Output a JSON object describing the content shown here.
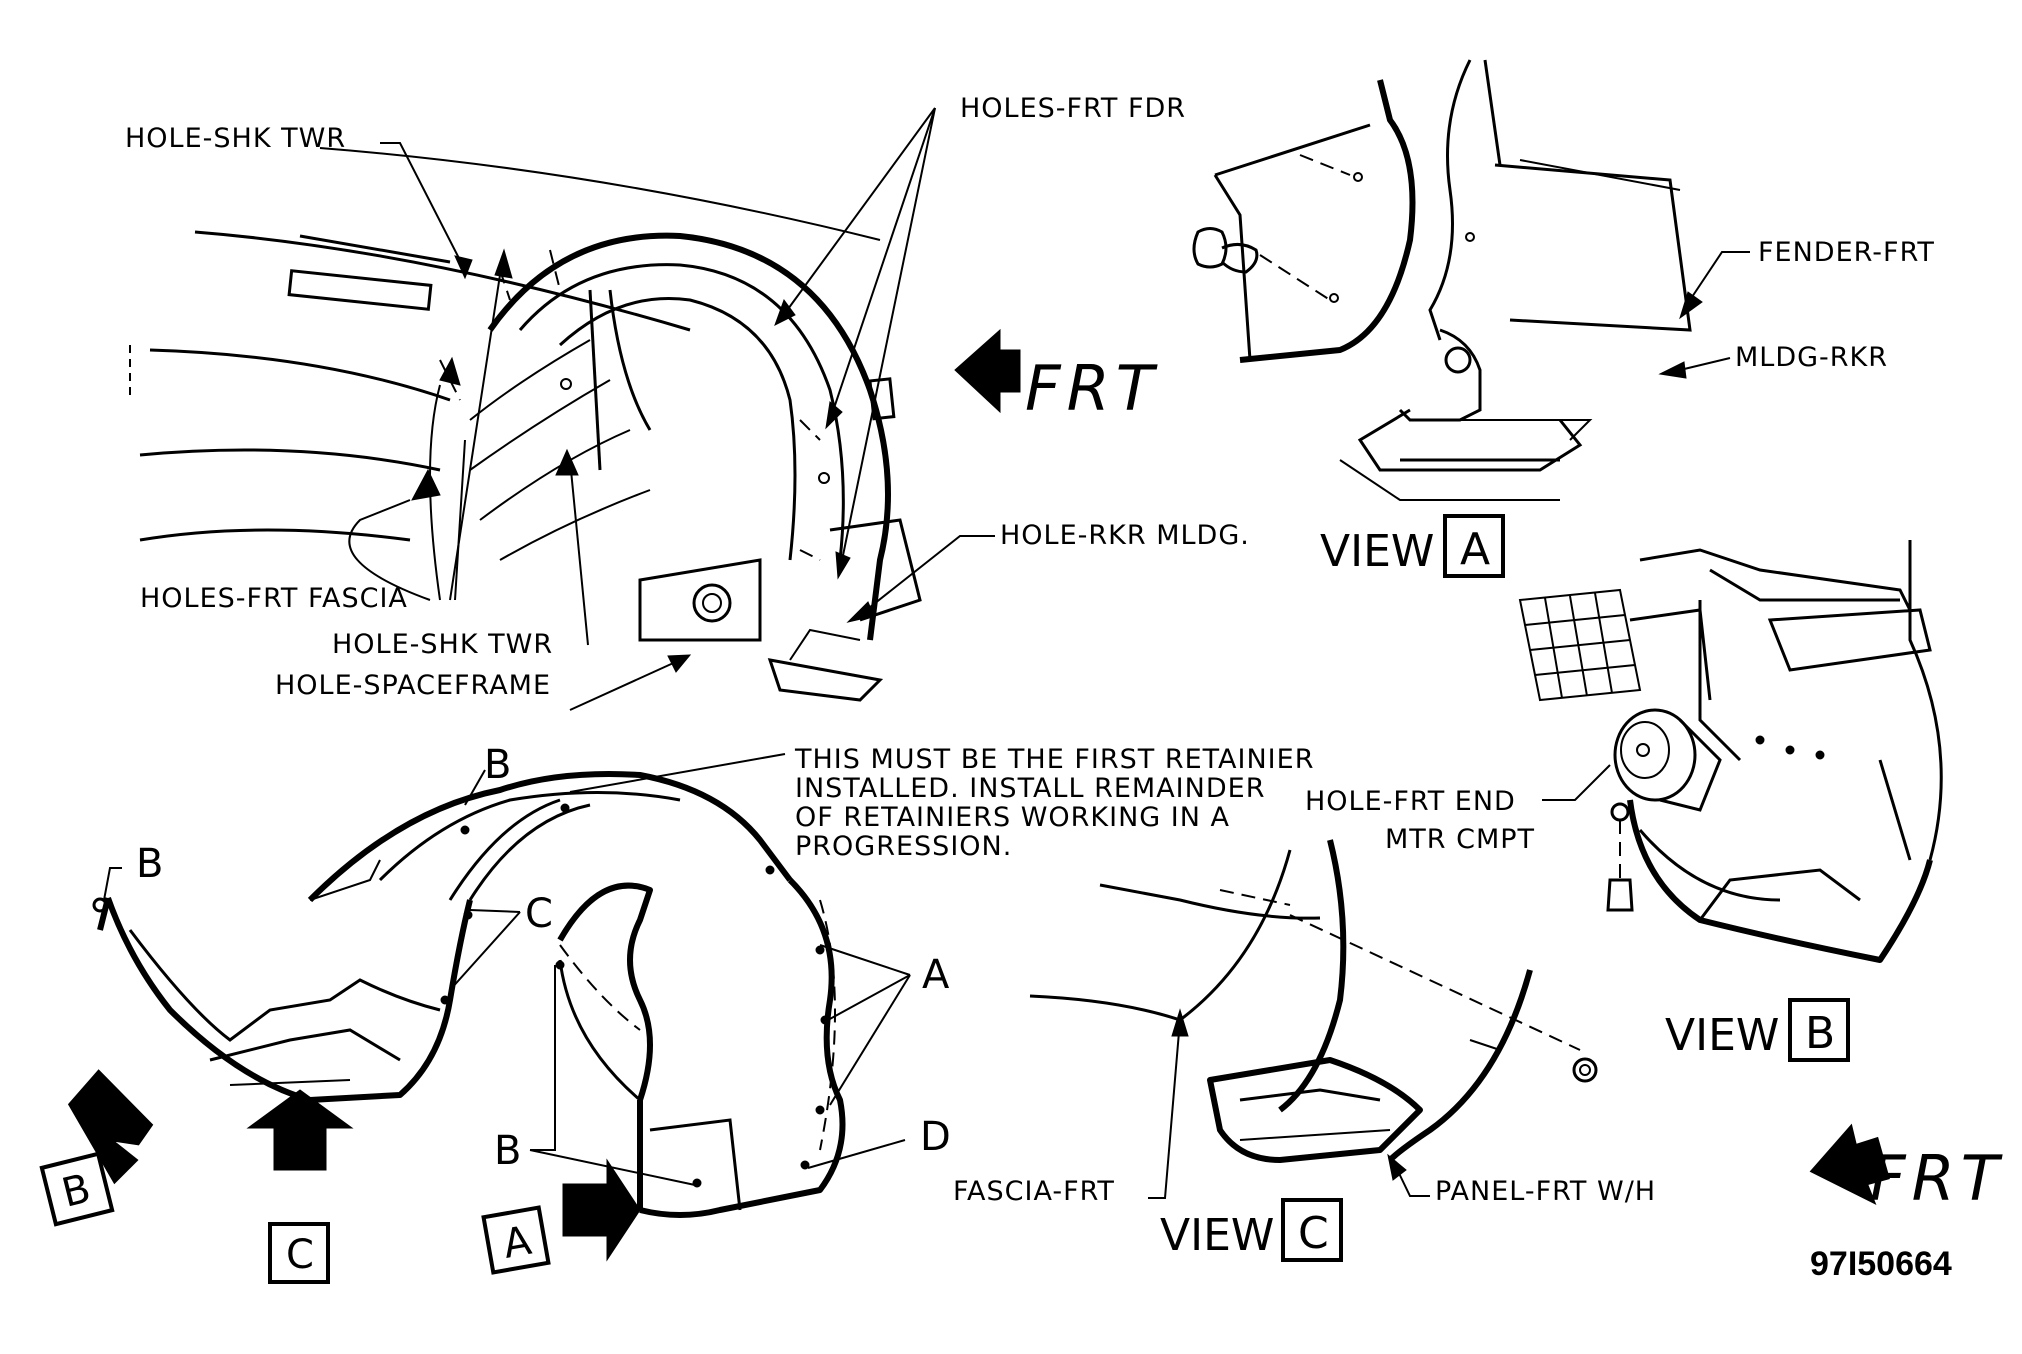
{
  "labels": {
    "hole_shk_twr_top": "HOLE-SHK TWR",
    "holes_frt_fdr": "HOLES-FRT FDR",
    "holes_frt_fascia": "HOLES-FRT FASCIA",
    "hole_shk_twr_bottom": "HOLE-SHK TWR",
    "hole_spaceframe": "HOLE-SPACEFRAME",
    "hole_rkr_mldg": "HOLE-RKR MLDG.",
    "fender_frt": "FENDER-FRT",
    "mldg_rkr": "MLDG-RKR",
    "view_word": "VIEW",
    "hole_frt_end_line1": "HOLE-FRT END",
    "hole_frt_end_line2": "MTR CMPT",
    "note_line1": "THIS MUST BE THE FIRST RETAINIER",
    "note_line2": "INSTALLED. INSTALL REMAINDER",
    "note_line3": "OF RETAINIERS WORKING IN A",
    "note_line4": "PROGRESSION.",
    "fascia_frt": "FASCIA-FRT",
    "panel_frt_wh": "PANEL-FRT W/H",
    "frt": "FRT",
    "figure_number": "97I50664"
  },
  "view_letters": {
    "a": "A",
    "b": "B",
    "c": "C"
  },
  "callout_letters": {
    "a": "A",
    "b": "B",
    "c": "C",
    "d": "D"
  }
}
